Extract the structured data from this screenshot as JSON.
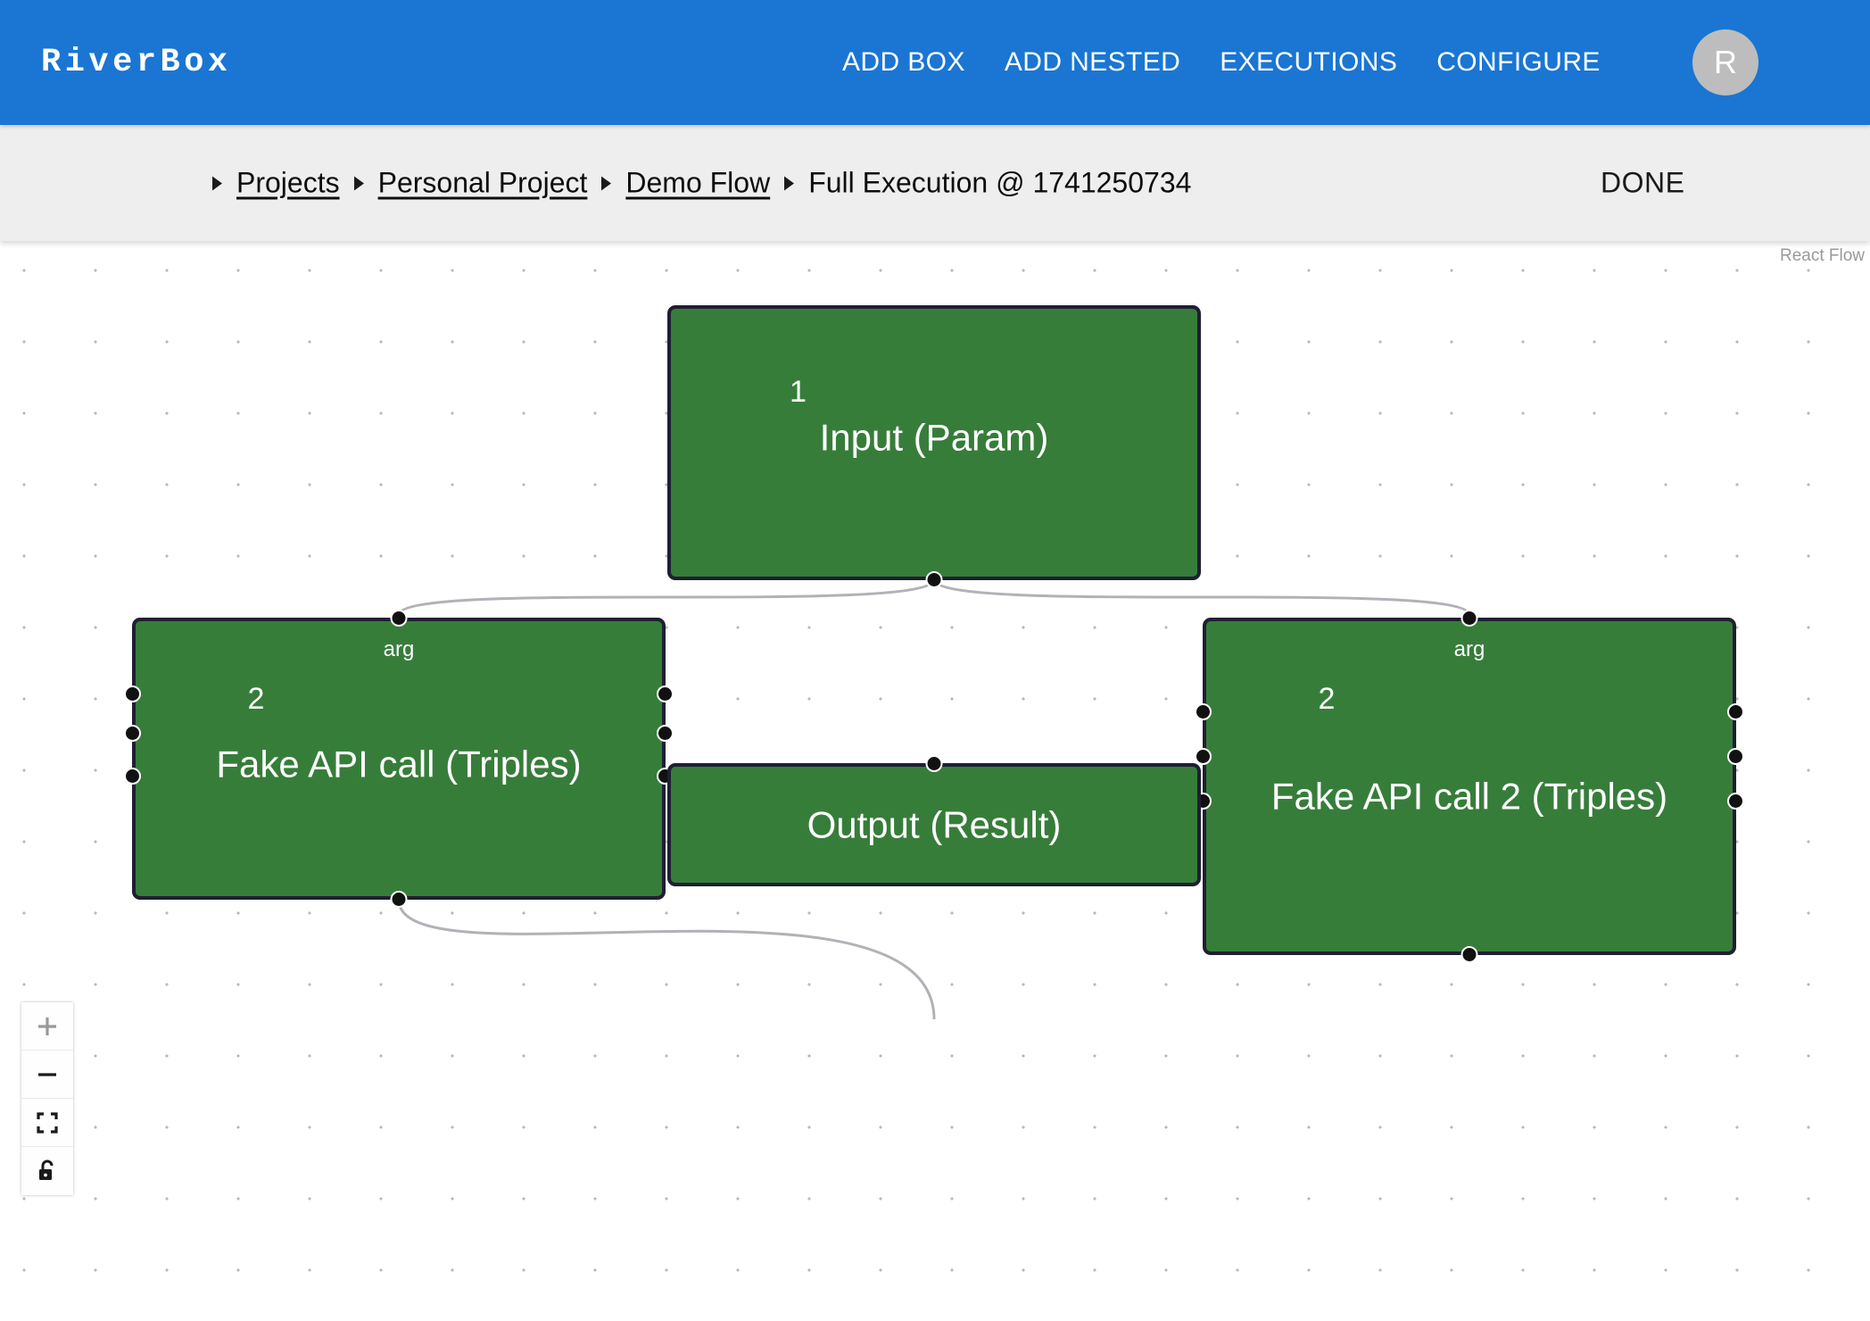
{
  "appbar": {
    "brand": "RiverBox",
    "nav": [
      {
        "label": "ADD BOX",
        "name": "nav-add-box"
      },
      {
        "label": "ADD NESTED",
        "name": "nav-add-nested"
      },
      {
        "label": "EXECUTIONS",
        "name": "nav-executions"
      },
      {
        "label": "CONFIGURE",
        "name": "nav-configure"
      }
    ],
    "avatar_initial": "R",
    "brand_color": "#1a76d2",
    "avatar_color": "#bdbdbd"
  },
  "breadcrumb": {
    "items": [
      {
        "label": "Projects",
        "link": true
      },
      {
        "label": "Personal Project",
        "link": true
      },
      {
        "label": "Demo Flow",
        "link": true
      },
      {
        "label": "Full Execution @ 1741250734",
        "link": false
      }
    ],
    "status": "DONE",
    "bar_color": "#eeeeee"
  },
  "canvas": {
    "attribution": "React Flow",
    "node_fill": "#377d3a",
    "node_border": "#1f1f33",
    "edge_color": "#b1b1b7",
    "grid_dot_color": "#b8b8bd",
    "nodes": [
      {
        "id": "input",
        "index": "1",
        "label": "Input (Param)",
        "handle_labels": []
      },
      {
        "id": "fake-api-call",
        "index": "2",
        "label": "Fake API call (Triples)",
        "handle_labels": [
          "arg"
        ]
      },
      {
        "id": "fake-api-call-2",
        "index": "2",
        "label": "Fake API call 2 (Triples)",
        "handle_labels": [
          "arg"
        ]
      },
      {
        "id": "output",
        "index": "",
        "label": "Output (Result)",
        "handle_labels": []
      }
    ]
  },
  "controls": {
    "zoom_in": "+",
    "zoom_out": "−",
    "fit_view": "fit-view",
    "lock": "unlocked"
  }
}
